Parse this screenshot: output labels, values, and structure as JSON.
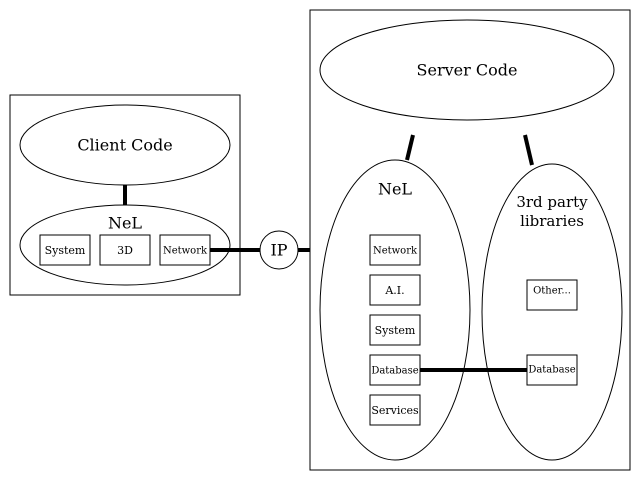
{
  "client": {
    "code_label": "Client Code",
    "nel_label": "NeL",
    "modules": {
      "system": "System",
      "three_d": "3D",
      "network": "Network"
    }
  },
  "connection": {
    "ip_label": "IP"
  },
  "server": {
    "code_label": "Server Code",
    "nel_label": "NeL",
    "modules": {
      "network": "Network",
      "ai": "A.I.",
      "system": "System",
      "database": "Database",
      "services": "Services"
    },
    "third_party": {
      "label_line1": "3rd party",
      "label_line2": "libraries",
      "other": "Other...",
      "database": "Database"
    }
  }
}
